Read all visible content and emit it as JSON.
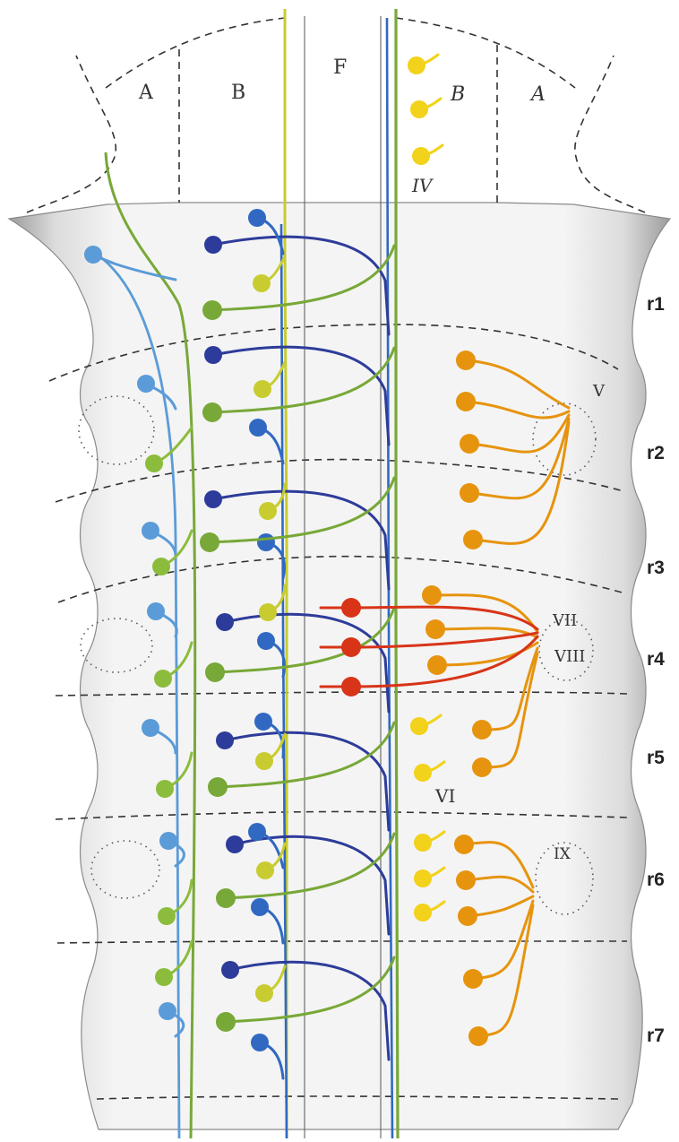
{
  "diagram": {
    "labels": {
      "region_A_left": "A",
      "region_B_left": "B",
      "region_F": "F",
      "region_B_right": "B",
      "region_A_right": "A",
      "nucleus_IV": "IV",
      "nucleus_V": "V",
      "nucleus_VII": "VII",
      "nucleus_VIII": "VIII",
      "nucleus_VI": "VI",
      "nucleus_IX": "IX"
    },
    "rhombomeres": [
      "r1",
      "r2",
      "r3",
      "r4",
      "r5",
      "r6",
      "r7"
    ],
    "colors": {
      "light_blue": "#5b9bd8",
      "dark_blue": "#2d3c9a",
      "mid_blue": "#3169c2",
      "green": "#78a838",
      "lime_green": "#8cbc3c",
      "yellow_green": "#c8cc30",
      "yellow": "#f2d21a",
      "orange": "#e6940e",
      "red": "#d83418",
      "tube_fill": "#f1f1f1",
      "tube_edge": "#a9a9a9"
    }
  }
}
